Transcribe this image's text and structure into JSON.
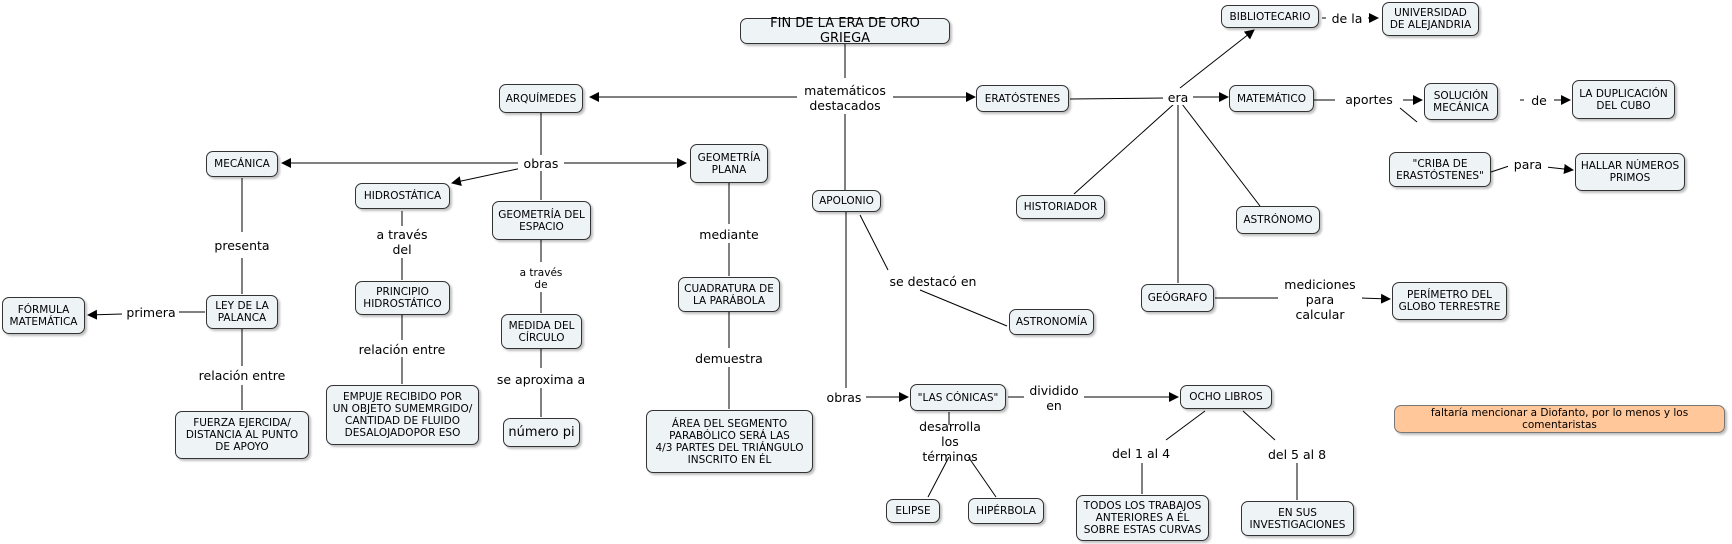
{
  "nodes": {
    "fin_era": "FIN DE LA ERA DE ORO GRIEGA",
    "arquimedes": "ARQUÍMEDES",
    "eratostenes": "ERATÓSTENES",
    "bibliotecario": "BIBLIOTECARIO",
    "universidad": "UNIVERSIDAD\nDE ALEJANDRIA",
    "matematico": "MATEMÁTICO",
    "solucion": "SOLUCIÓN\nMECÁNICA",
    "duplicacion": "LA DUPLICACIÓN\nDEL CUBO",
    "criba": "\"CRIBA DE\nERASTÓSTENES\"",
    "hallar": "HALLAR NÚMEROS\nPRIMOS",
    "historiador": "HISTORIADOR",
    "astronomo": "ASTRÓNOMO",
    "geografo": "GEÓGRAFO",
    "perimetro": "PERÍMETRO DEL\nGLOBO TERRESTRE",
    "mecanica": "MECÁNICA",
    "hidrostatica": "HIDROSTÁTICA",
    "geom_espacio": "GEOMETRÍA DEL\nESPACIO",
    "geom_plana": "GEOMETRÍA\nPLANA",
    "apolonio": "APOLONIO",
    "ley_palanca": "LEY DE LA\nPALANCA",
    "formula": "FÓRMULA\nMATEMÁTICA",
    "fuerza": "FUERZA EJERCIDA/\nDISTANCIA AL PUNTO\nDE APOYO",
    "principio": "PRINCIPIO\nHIDROSTÁTICO",
    "empuje": "EMPUJE RECIBIDO POR\nUN OBJETO SUMEMRGIDO/\nCANTIDAD DE FLUIDO\nDESALOJADOPOR ESO",
    "medida_circulo": "MEDIDA DEL\nCÍRCULO",
    "numero_pi": "número pi",
    "cuadratura": "CUADRATURA DE\nLA PARÁBOLA",
    "area_segmento": "ÁREA DEL SEGMENTO\nPARABÓLICO SERÁ LAS\n4/3 PARTES DEL TRIÁNGULO\nINSCRITO EN ÉL",
    "astronomia": "ASTRONOMÍA",
    "conicas": "\"LAS CÓNICAS\"",
    "ocho_libros": "OCHO LIBROS",
    "elipse": "ELIPSE",
    "hiperbola": "HIPÉRBOLA",
    "todos_trabajos": "TODOS LOS TRABAJOS\nANTERIORES A ÉL\nSOBRE ESTAS CURVAS",
    "en_sus": "EN SUS\nINVESTIGACIONES",
    "nota": "faltaría mencionar a Diofanto, por lo menos y los comentaristas"
  },
  "links": {
    "matematicos": "matemáticos\ndestacados",
    "era": "era",
    "de_la": "de la",
    "aportes": "aportes",
    "de": "de",
    "para": "para",
    "mediciones": "mediciones\npara calcular",
    "obras_arq": "obras",
    "presenta": "presenta",
    "primera": "primera",
    "relacion1": "relación entre",
    "a_traves_del": "a través\ndel",
    "relacion2": "relación entre",
    "a_traves_de": "a través\nde",
    "se_aproxima": "se aproxima a",
    "mediante": "mediante",
    "demuestra": "demuestra",
    "se_destaco": "se destacó en",
    "obras_apo": "obras",
    "dividido": "dividido\nen",
    "desarrolla": "desarrolla\nlos términos",
    "del_1_4": "del 1 al 4",
    "del_5_8": "del 5 al 8"
  },
  "colors": {
    "node_fill": "#eef3f6",
    "note_fill": "#ffc79a",
    "line": "#000000"
  }
}
